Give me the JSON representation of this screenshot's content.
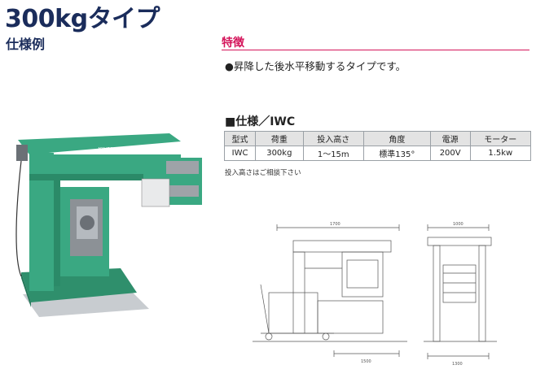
{
  "header": {
    "title": "300kgタイプ",
    "subtitle": "仕様例"
  },
  "features": {
    "heading": "特徴",
    "text": "●昇降した後水平移動するタイプです。"
  },
  "spec": {
    "heading": "■仕様／IWC",
    "columns": [
      "型式",
      "荷重",
      "投入高さ",
      "角度",
      "電源",
      "モーター"
    ],
    "rows": [
      [
        "IWC",
        "300kg",
        "1～15m",
        "標準135°",
        "200V",
        "1.5kw"
      ]
    ],
    "note": "投入高さはご相談下さい"
  },
  "photo": {
    "brand_label": "KIUMON"
  },
  "drawing": {
    "dim_top_left": "1700",
    "dim_top_right": "1000",
    "dim_bottom_left": "1500",
    "dim_bottom_right": "1300"
  },
  "colors": {
    "title_navy": "#1a2c5b",
    "accent_pink": "#d4145a",
    "machine_green": "#3aa882"
  }
}
